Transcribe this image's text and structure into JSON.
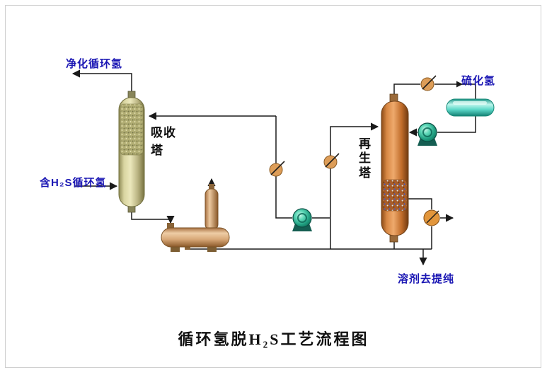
{
  "diagram": {
    "title": "循环氢脱H₂S工艺流程图",
    "labels": {
      "purified_gas": "净化循环氢",
      "feed_gas": "含H₂S循环氢",
      "absorber": "吸收塔",
      "regenerator": "再生塔",
      "h2s_out": "硫化氢",
      "solvent_out": "溶剂去提纯"
    },
    "colors": {
      "stream_label_blue": "#1b17b4",
      "pipe_line": "#1a1a1a",
      "absorber_body": "#d6d09a",
      "regenerator_body": "#d2823e",
      "exchanger_body": "#d9ab7a",
      "condenser_body": "#5fd6c6",
      "pump_green": "#1f9e80",
      "valve_orange": "#dd9d58"
    }
  }
}
